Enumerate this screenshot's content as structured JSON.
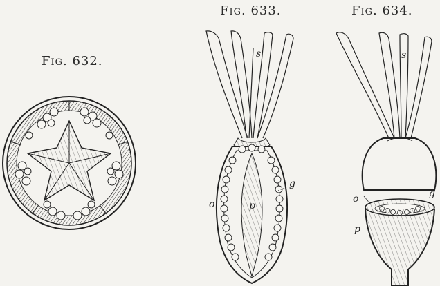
{
  "figures": [
    {
      "caption": "Fig. 632."
    },
    {
      "caption": "Fig. 633.",
      "labels": {
        "s": "s",
        "g": "g",
        "o": "o",
        "p": "p"
      }
    },
    {
      "caption": "Fig. 634.",
      "labels": {
        "s": "s",
        "g": "g",
        "o": "o",
        "p": "p"
      }
    }
  ],
  "colors": {
    "ink": "#2a2a2a",
    "paper": "#f4f3ef"
  }
}
